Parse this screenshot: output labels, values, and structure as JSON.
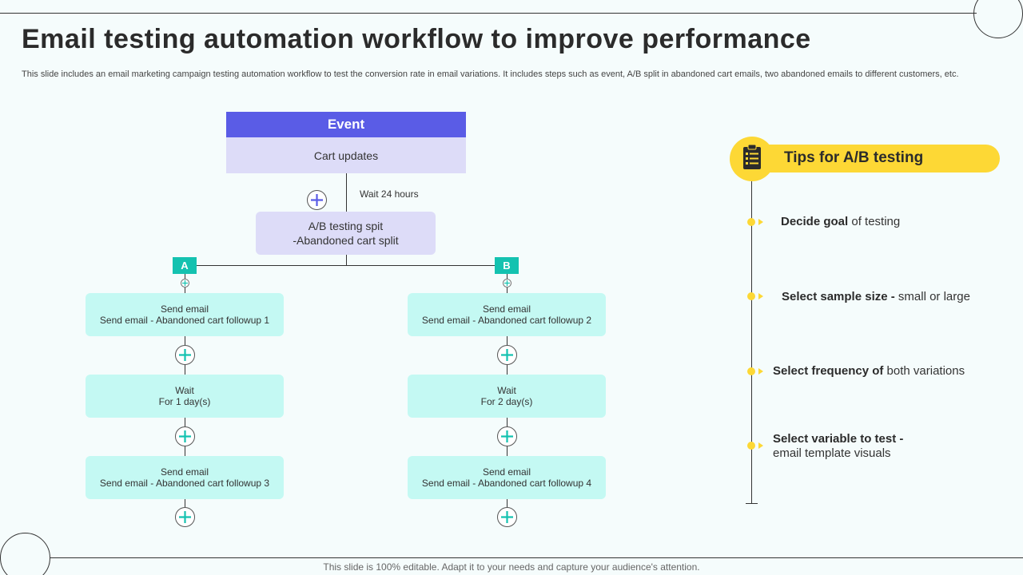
{
  "title": "Email testing automation workflow to improve performance",
  "subtitle": "This slide includes an email marketing campaign testing automation workflow to test the conversion rate in email variations. It includes steps such as event, A/B split in abandoned cart emails, two abandoned emails to different customers, etc.",
  "flow": {
    "event_label": "Event",
    "event_value": "Cart updates",
    "wait_label": "Wait 24 hours",
    "ab_line1": "A/B testing spit",
    "ab_line2": "-Abandoned  cart split",
    "branch_a": {
      "tag": "A",
      "steps": [
        {
          "line1": "Send email",
          "line2": "Send email - Abandoned cart followup 1"
        },
        {
          "line1": "Wait",
          "line2": "For 1 day(s)"
        },
        {
          "line1": "Send email",
          "line2": "Send email - Abandoned cart followup 3"
        }
      ]
    },
    "branch_b": {
      "tag": "B",
      "steps": [
        {
          "line1": "Send email",
          "line2": "Send email - Abandoned cart followup 2"
        },
        {
          "line1": "Wait",
          "line2": "For 2 day(s)"
        },
        {
          "line1": "Send email",
          "line2": "Send email - Abandoned cart followup 4"
        }
      ]
    }
  },
  "tips": {
    "title": "Tips for A/B testing",
    "icon": "checklist-icon",
    "items": [
      {
        "bold": "Decide goal",
        "rest": " of testing"
      },
      {
        "bold": "Select sample size -",
        "rest": " small or large"
      },
      {
        "bold": "Select frequency of",
        "rest": " both variations"
      },
      {
        "bold": "Select variable to test -",
        "rest": "email template visuals"
      }
    ]
  },
  "footer": "This slide is 100% editable. Adapt it to your needs and capture your audience's attention.",
  "colors": {
    "event_header": "#5a5ce6",
    "event_body": "#dddcf8",
    "branch_tag": "#14c2b0",
    "step_box": "#c4f9f3",
    "accent_yellow": "#fdd835",
    "plus_purple": "#5a5ce6",
    "plus_teal": "#14c2b0"
  }
}
